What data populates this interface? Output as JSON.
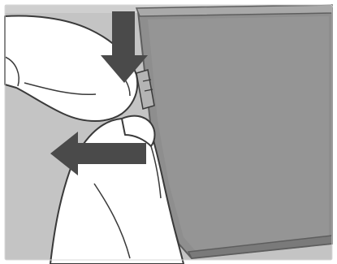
{
  "illustration": {
    "kind": "instruction-diagram",
    "colors": {
      "background": "#c4c4c4",
      "device_body": "#8e8e8e",
      "device_shade": "#9a9a9a",
      "device_edge": "#6a6a6a",
      "glove": "#ffffff",
      "outline": "#3a3a3a",
      "arrow": "#4a4a4a"
    },
    "arrows": [
      {
        "name": "push-down-arrow",
        "direction": "down"
      },
      {
        "name": "pull-left-arrow",
        "direction": "left"
      }
    ],
    "hands": [
      {
        "name": "upper-gloved-hand",
        "action": "press"
      },
      {
        "name": "lower-gloved-hand",
        "action": "slide"
      }
    ],
    "icons": [
      "down-arrow-icon",
      "left-arrow-icon"
    ]
  }
}
